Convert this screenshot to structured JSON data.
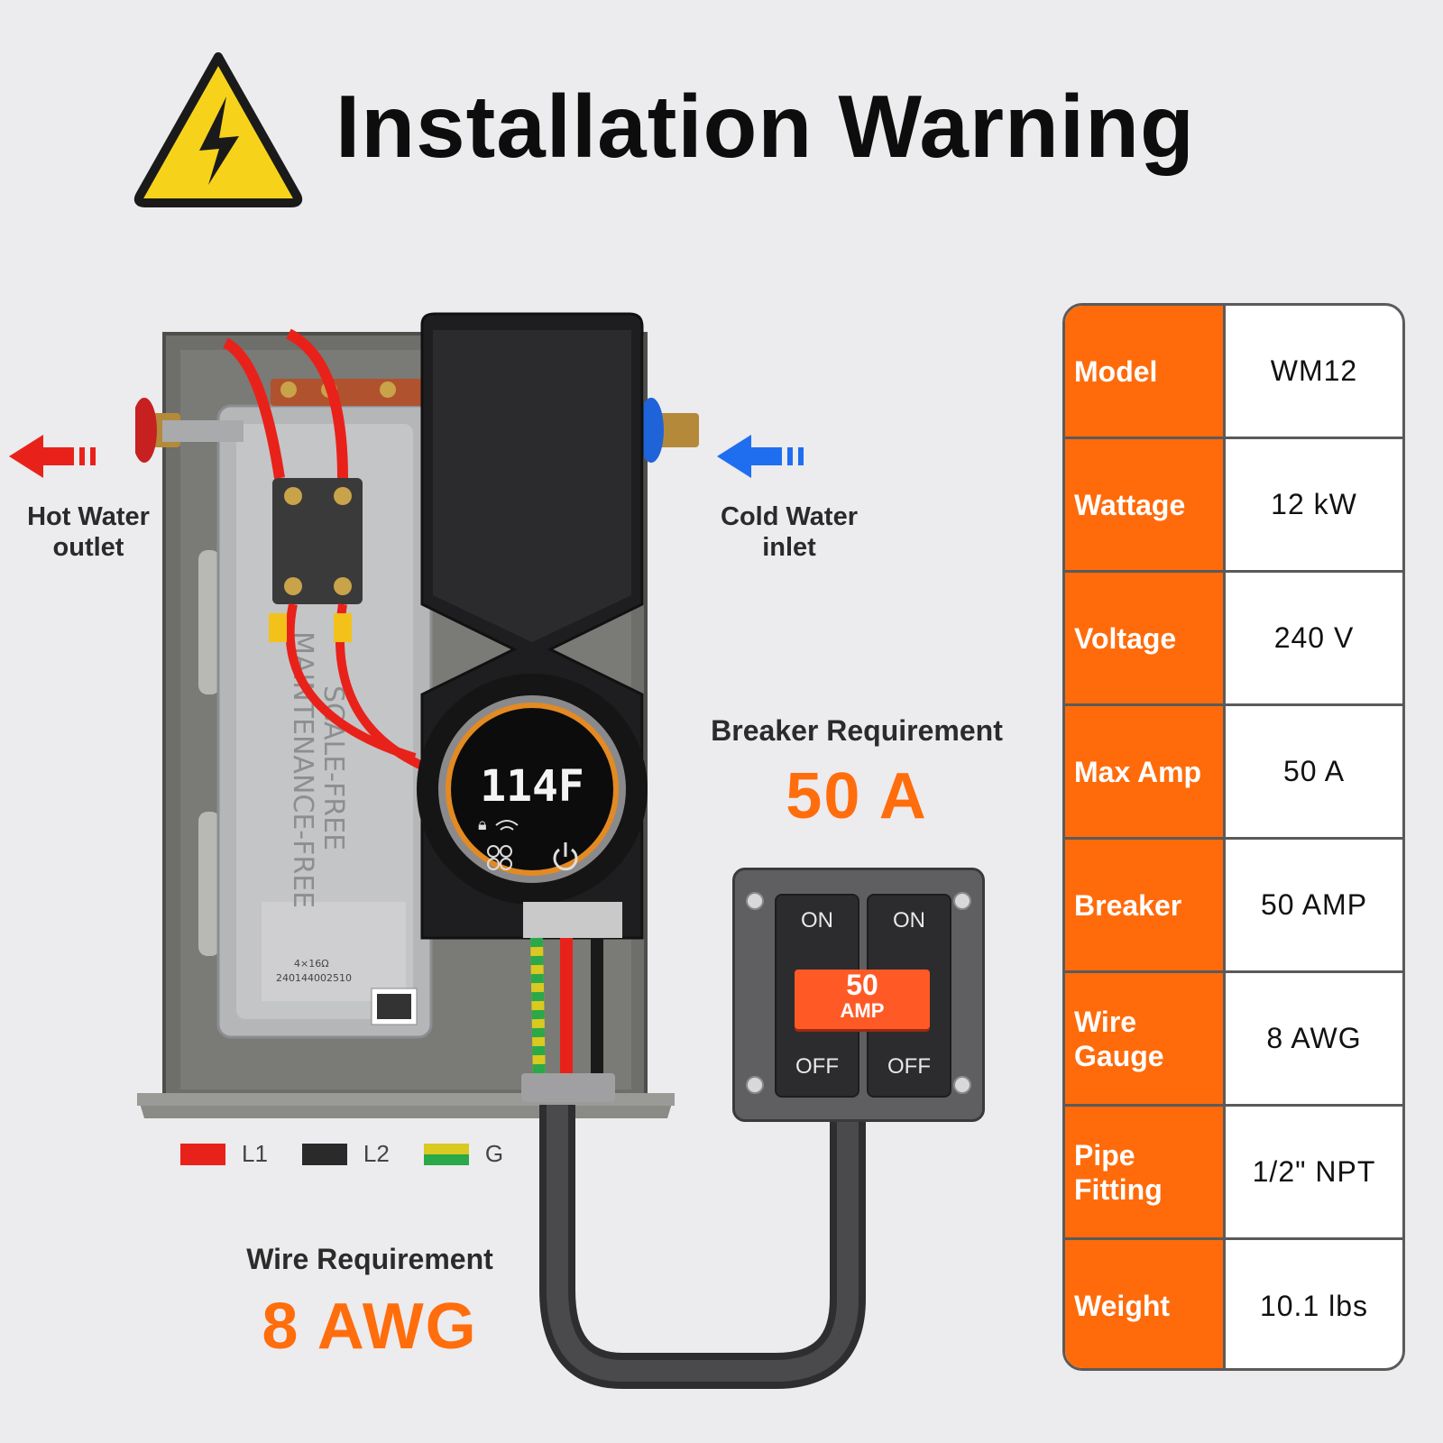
{
  "header": {
    "title": "Installation Warning"
  },
  "labels": {
    "hot_water": "Hot Water outlet",
    "cold_water": "Cold Water inlet"
  },
  "requirements": {
    "breaker_title": "Breaker Requirement",
    "breaker_value": "50 A",
    "wire_title": "Wire Requirement",
    "wire_value": "8 AWG"
  },
  "device": {
    "display_temp": "114F",
    "breaker_on": "ON",
    "breaker_off": "OFF",
    "breaker_amp_number": "50",
    "breaker_amp_unit": "AMP",
    "heater_text_1": "SCALE-FREE",
    "heater_text_2": "MAINTENANCE-FREE",
    "heater_rating": "4×16Ω",
    "heater_serial": "240144002510"
  },
  "legend": [
    {
      "label": "L1",
      "color": "#e8221a"
    },
    {
      "label": "L2",
      "color": "#2a2a2a"
    },
    {
      "label": "G",
      "color": "#d9c920",
      "stripe": "#2aa84a"
    }
  ],
  "specs": [
    {
      "key": "Model",
      "value": "WM12"
    },
    {
      "key": "Wattage",
      "value": "12 kW"
    },
    {
      "key": "Voltage",
      "value": "240 V"
    },
    {
      "key": "Max Amp",
      "value": "50 A"
    },
    {
      "key": "Breaker",
      "value": "50 AMP"
    },
    {
      "key": "Wire Gauge",
      "value": "8 AWG"
    },
    {
      "key": "Pipe Fitting",
      "value": "1/2\" NPT"
    },
    {
      "key": "Weight",
      "value": "10.1 lbs"
    }
  ],
  "colors": {
    "accent": "#ff6b0b",
    "hot_arrow": "#e8221a",
    "cold_arrow": "#1f6ef0",
    "warning_yellow": "#f7d21b"
  }
}
